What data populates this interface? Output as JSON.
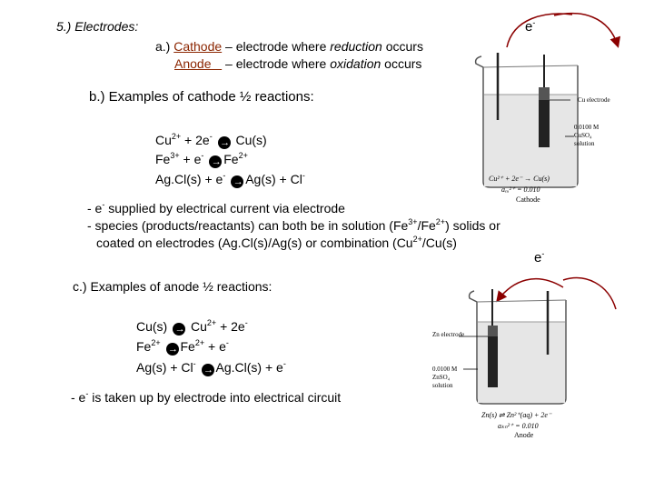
{
  "section": {
    "title": "5.) Electrodes:"
  },
  "part_a": {
    "cathode_line": {
      "prefix": "a.) ",
      "term": "Cathode",
      "middle": " – electrode where ",
      "emph": "reduction",
      "suffix": " occurs"
    },
    "anode_line": {
      "term": "Anode",
      "padding": "   ",
      "middle": " – electrode where ",
      "emph": "oxidation",
      "suffix": " occurs"
    }
  },
  "part_b": {
    "heading": "b.) Examples of cathode ½ reactions:",
    "reactions": [
      {
        "lhs": "Cu",
        "lhs_sup": "2+",
        "mid": " + 2e",
        "mid_sup": "-",
        "rhs": "Cu(s)",
        "rhs_sup": ""
      },
      {
        "lhs": "Fe",
        "lhs_sup": "3+",
        "mid": " + e",
        "mid_sup": "-",
        "rhs": "Fe",
        "rhs_sup": "2+"
      },
      {
        "lhs": "Ag.Cl(s)",
        "lhs_sup": "",
        "mid": " + e",
        "mid_sup": "-",
        "rhs": "Ag(s) + Cl",
        "rhs_sup": "-"
      }
    ],
    "notes": {
      "line1_pre": "- e",
      "line1_sup": "-",
      "line1_post": " supplied by electrical current via electrode",
      "line2_pre": "- species (products/reactants) can both be in solution (Fe",
      "line2_sup1": "3+",
      "line2_mid": "/Fe",
      "line2_sup2": "2+",
      "line2_post": ") solids or",
      "line3_pre": "coated on electrodes (Ag.Cl(s)/Ag(s) or combination (Cu",
      "line3_sup": "2+",
      "line3_post": "/Cu(s)"
    }
  },
  "part_c": {
    "heading": "c.) Examples of anode ½ reactions:",
    "reactions": [
      {
        "lhs": "Cu(s)",
        "lhs_sup": "",
        "rhs": "Cu",
        "rhs_sup": "2+",
        "rhs2": " + 2e",
        "rhs2_sup": "-"
      },
      {
        "lhs": "Fe",
        "lhs_sup": "2+",
        "rhs": "Fe",
        "rhs_sup": "2+",
        "rhs2": " + e",
        "rhs2_sup": "-"
      },
      {
        "lhs": "Ag(s) + Cl",
        "lhs_sup": "-",
        "rhs": "Ag.Cl(s) + e",
        "rhs_sup": "-",
        "rhs2": "",
        "rhs2_sup": ""
      }
    ],
    "note": {
      "pre": "- e",
      "sup": "-",
      "post": " is taken up by electrode into electrical circuit"
    }
  },
  "figure_top": {
    "electron_label": "e",
    "electron_sup": "-",
    "electrode_label": "Cu electrode",
    "solution_lines": [
      "0.0100 M",
      "CuSO₄",
      "solution"
    ],
    "equation": "Cu²⁺ + 2e⁻ → Cu(s)",
    "activity": "aₑᵤ²⁺ = 0.010",
    "caption": "Cathode"
  },
  "figure_bottom": {
    "electron_label": "e",
    "electron_sup": "-",
    "electrode_label": "Zn electrode",
    "solution_lines": [
      "0.0100 M",
      "ZnSO₄",
      "solution"
    ],
    "equation": "Zn(s) ⇌ Zn²⁺(aq) + 2e⁻",
    "activity": "aₖₙ²⁺ = 0.010",
    "caption": "Anode"
  },
  "arrow_icon": "right-arrow-icon",
  "colors": {
    "term": "#8b2500",
    "arrow": "#8b0000",
    "text": "#000000"
  }
}
